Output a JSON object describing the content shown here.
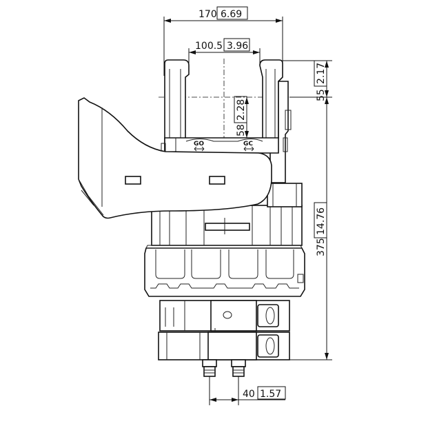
{
  "drawing": {
    "dimensions": {
      "overall_width": {
        "mm": "170",
        "in": "6.69"
      },
      "inner_width": {
        "mm": "100.5",
        "in": "3.96"
      },
      "top_offset": {
        "mm": "55",
        "in": "2.17"
      },
      "pin_depth": {
        "mm": "58",
        "in": "2.28"
      },
      "overall_height": {
        "mm": "375",
        "in": "14.76"
      },
      "port_spacing": {
        "mm": "40",
        "in": "1.57"
      }
    },
    "port_labels": {
      "left": "GO",
      "right": "GC"
    }
  }
}
